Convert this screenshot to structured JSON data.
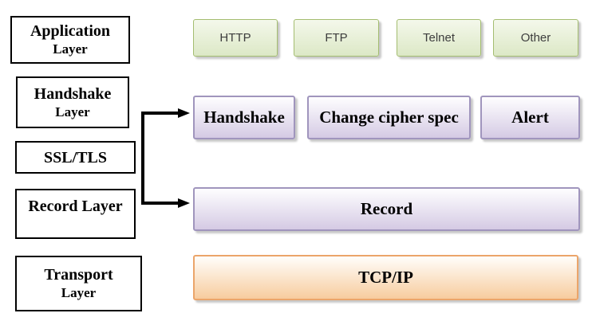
{
  "theme": {
    "box_border": "#000000",
    "connector": "#000000",
    "green_top": "#f4f8eb",
    "green_bottom": "#dce8c6",
    "green_border": "#a4bd70",
    "green_text": "#3d3d3d",
    "purple_top": "#fefeff",
    "purple_bottom": "#d5cae4",
    "purple_border": "#a095bd",
    "orange_top": "#fffefb",
    "orange_bottom": "#f7cc9e",
    "orange_border": "#eba56a"
  },
  "diagram": {
    "left_layers": [
      {
        "line1": "Application",
        "line2": "Layer"
      },
      {
        "line1": "Handshake",
        "line2": "Layer"
      },
      {
        "line1": "SSL/TLS"
      },
      {
        "line1": "Record Layer"
      },
      {
        "line1": "Transport",
        "line2": "Layer"
      }
    ],
    "application_protocols": [
      "HTTP",
      "FTP",
      "Telnet",
      "Other"
    ],
    "ssl_sublayer_protocols": [
      "Handshake",
      "Change cipher spec",
      "Alert"
    ],
    "record_label": "Record",
    "transport_label": "TCP/IP"
  }
}
